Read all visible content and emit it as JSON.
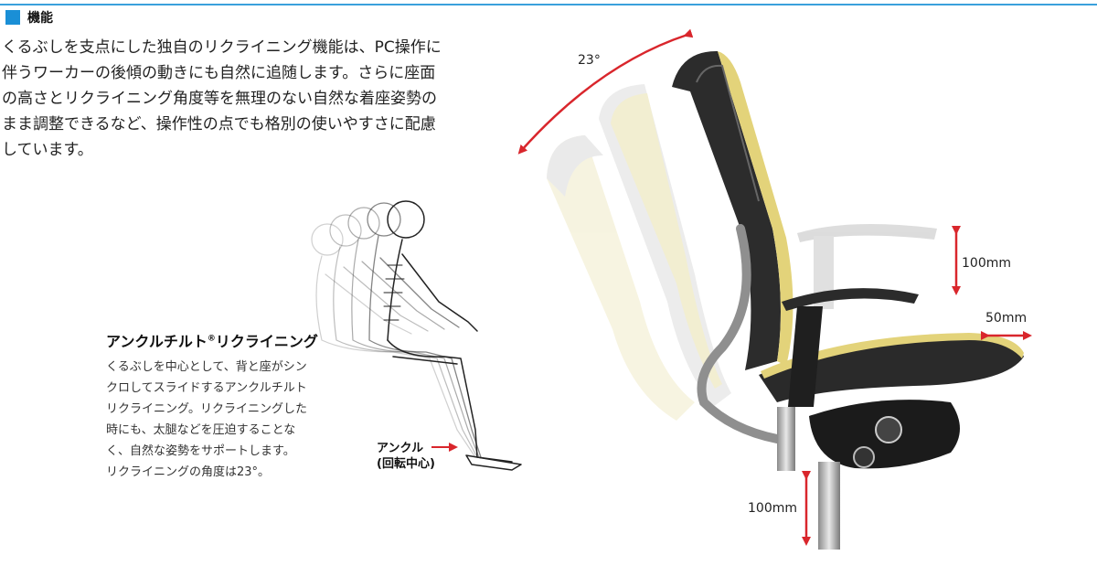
{
  "header": {
    "title": "機能"
  },
  "intro": {
    "lines": [
      "くるぶしを支点にした独自のリクライニング機能は、PC操作に",
      "伴うワーカーの後傾の動きにも自然に追随します。さらに座面",
      "の高さとリクライニング角度等を無理のない自然な着座姿勢の",
      "まま調整できるなど、操作性の点でも格別の使いやすさに配慮",
      "しています。"
    ]
  },
  "ankle_tilt": {
    "title": "アンクルチルト",
    "title_mark": "®",
    "title_suffix": "リクライニング",
    "lines": [
      "くるぶしを中心として、背と座がシン",
      "クロしてスライドするアンクルチルト",
      "リクライニング。リクライニングした",
      "時にも、太腿などを圧迫することな",
      "く、自然な姿勢をサポートします。",
      "リクライニングの角度は23°。"
    ]
  },
  "ankle_label": {
    "line1": "アンクル",
    "line2": "(回転中心)"
  },
  "dimensions": {
    "recline_angle": "23°",
    "armrest_height": "100mm",
    "armrest_slide": "50mm",
    "seat_height": "100mm"
  },
  "colors": {
    "accent_blue": "#1a8fd6",
    "dimension_red": "#d9262c",
    "mesh_yellow": "#e3d37a"
  }
}
